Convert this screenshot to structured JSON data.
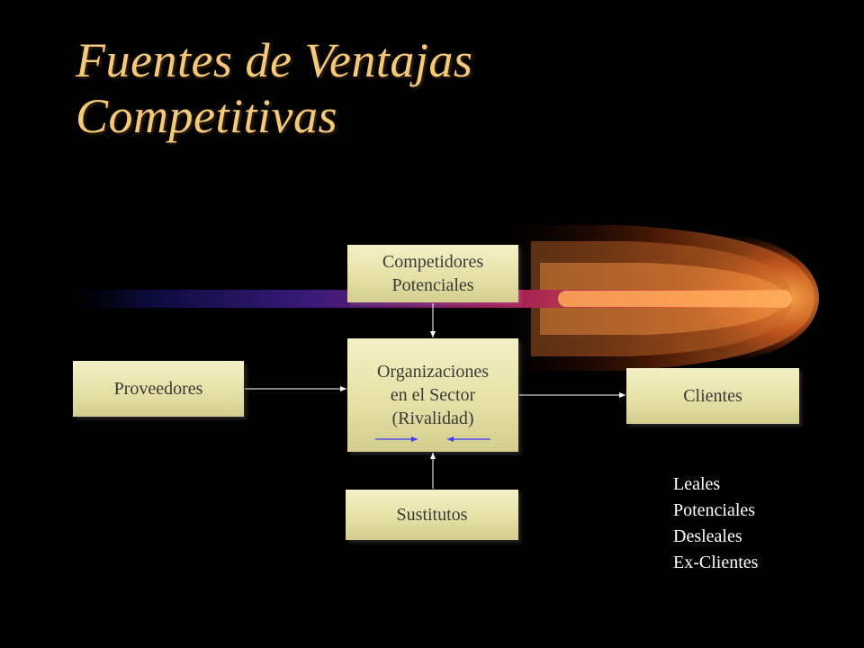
{
  "title": {
    "line1": "Fuentes de Ventajas",
    "line2": "Competitivas"
  },
  "boxes": {
    "competidores": {
      "line1": "Competidores",
      "line2": "Potenciales"
    },
    "organizaciones": {
      "line1": "Organizaciones",
      "line2": "en el Sector",
      "line3": "(Rivalidad)"
    },
    "proveedores": {
      "label": "Proveedores"
    },
    "clientes": {
      "label": "Clientes"
    },
    "sustitutos": {
      "label": "Sustitutos"
    }
  },
  "client_types": [
    "Leales",
    "Potenciales",
    "Desleales",
    "Ex-Clientes"
  ],
  "colors": {
    "title": "#f5c97a",
    "box_fill": "#e9e4aa",
    "box_text": "#3a3a3a",
    "arrow": "#ffffff",
    "rivalry_arrow": "#2a2aff",
    "background": "#000000"
  }
}
